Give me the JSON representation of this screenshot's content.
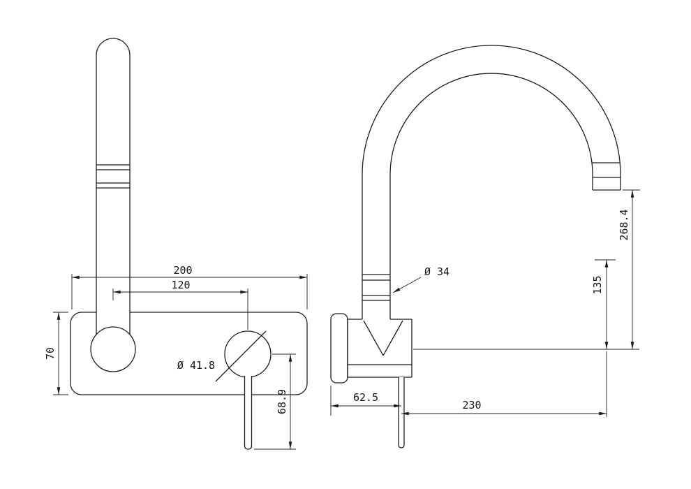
{
  "drawing": {
    "type": "technical-dimension-drawing",
    "subject": "wall-mounted swivel spout mixer tap, front and side views",
    "colors": {
      "line": "#1c1c1c",
      "background": "#ffffff"
    },
    "views": {
      "front": {
        "dims": {
          "plate_width": "200",
          "centre_distance": "120",
          "plate_height": "70",
          "handle_flange_diameter": "Ø 41.8",
          "handle_drop": "68.9"
        }
      },
      "side": {
        "dims": {
          "spout_tube_diameter": "Ø 34",
          "outlet_height": "268.4",
          "mid_height": "135",
          "wall_offset": "62.5",
          "spout_reach": "230"
        }
      }
    }
  }
}
